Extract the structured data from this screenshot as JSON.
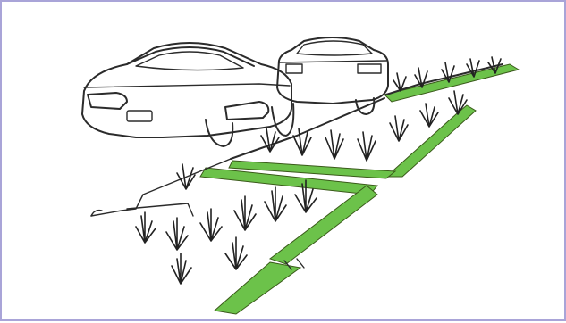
{
  "figure": {
    "frame_color": "#a9a4d8",
    "channel_color": "#6cc24a",
    "line_color": "#2b2b2b",
    "background": "#ffffff"
  },
  "elements": {
    "front_car": "car-rear-view",
    "back_car": "car-rear-view",
    "curb": "parking-curb",
    "inlet": "curb-cut-inlet",
    "channel": "green-drainage-channel",
    "vegetation": "bioswale-plants",
    "pipe": "outlet-pipe"
  }
}
